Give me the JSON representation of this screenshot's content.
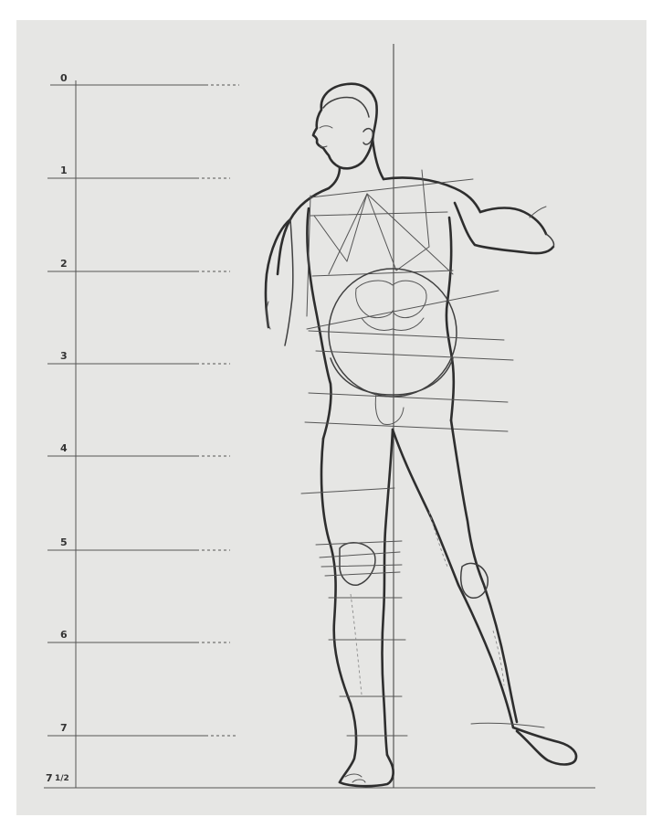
{
  "scale": {
    "labels": [
      "0",
      "1",
      "2",
      "3",
      "4",
      "5",
      "6",
      "7"
    ],
    "last_label_whole": "7",
    "last_label_fraction": "1/2"
  },
  "figure": {
    "subject": "standing-male-figure",
    "proportion_units_tall": 7.5
  },
  "colors": {
    "paper": "#e6e6e4",
    "ink": "#333333"
  }
}
